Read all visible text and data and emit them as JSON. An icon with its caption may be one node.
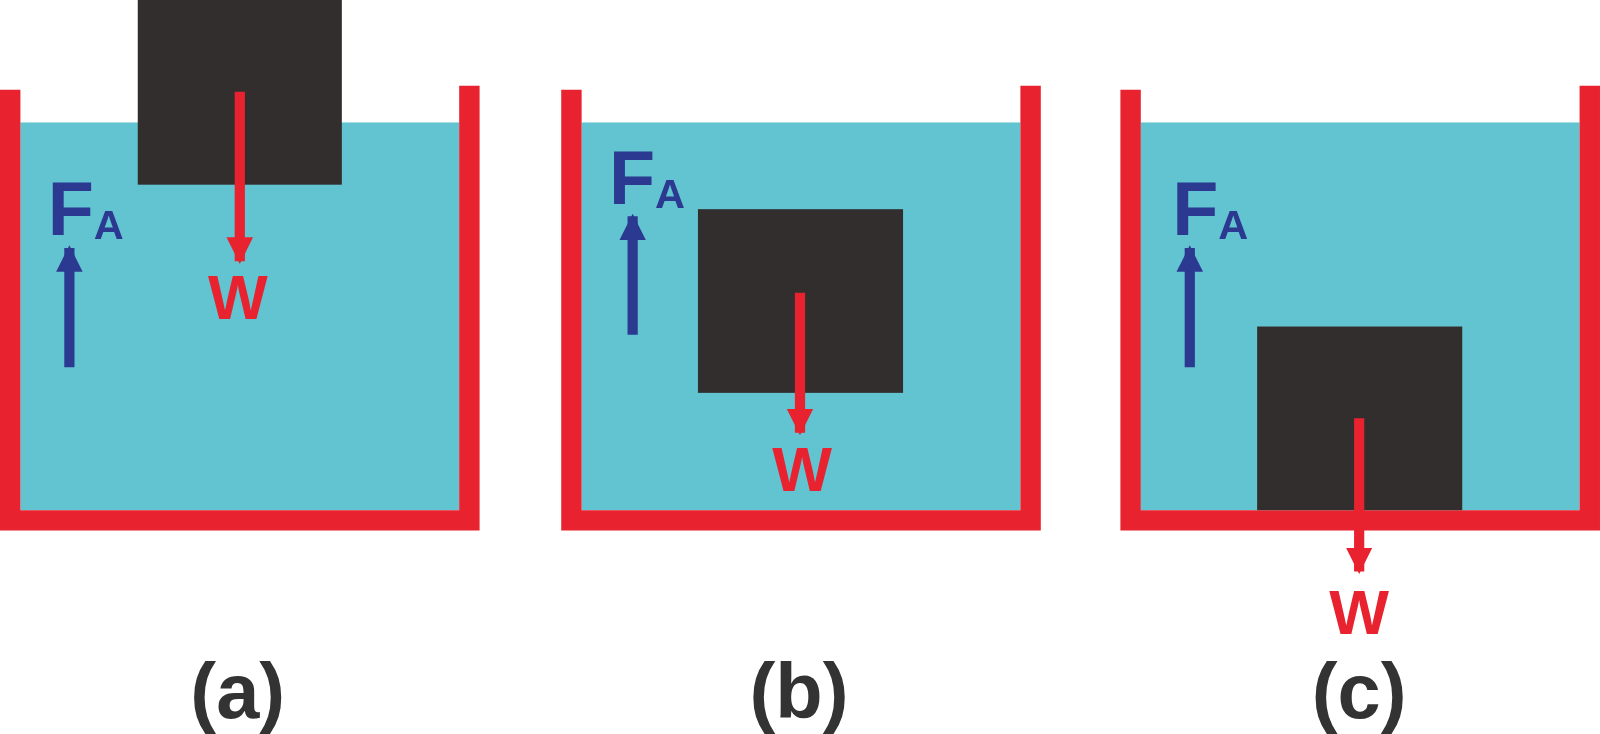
{
  "diagram": {
    "labels": [
      "F$_{A}$",
      "W",
      "(a)",
      "F$_{A}$",
      "W",
      "(b)",
      "F$_{A}$",
      "W",
      "(c)"
    ]
  }
}
